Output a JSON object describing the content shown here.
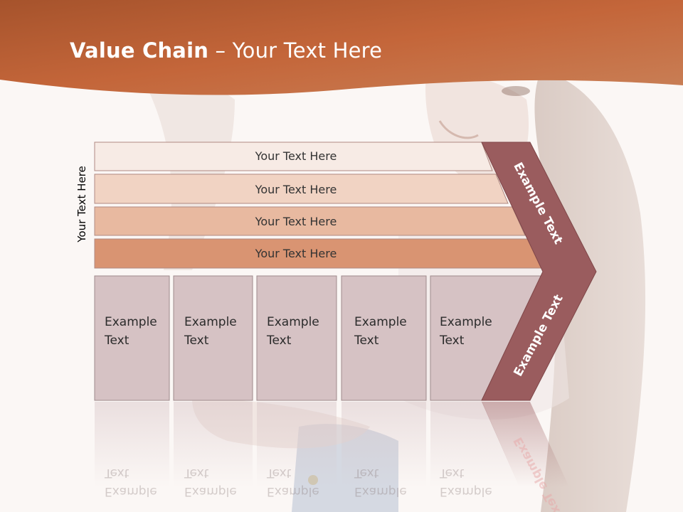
{
  "title": {
    "bold": "Value Chain",
    "rest": " – Your Text Here"
  },
  "side_label": "Your Text Here",
  "bars": [
    {
      "label": "Your Text Here"
    },
    {
      "label": "Your Text Here"
    },
    {
      "label": "Your Text Here"
    },
    {
      "label": "Your Text Here"
    }
  ],
  "boxes": [
    {
      "line1": "Example",
      "line2": "Text"
    },
    {
      "line1": "Example",
      "line2": "Text"
    },
    {
      "line1": "Example",
      "line2": "Text"
    },
    {
      "line1": "Example",
      "line2": "Text"
    },
    {
      "line1": "Example",
      "line2": "Text"
    }
  ],
  "chevron": {
    "upper_label": "Example Text",
    "lower_label": "Example Text"
  },
  "colors": {
    "header": "#c0653a",
    "bar_shades": [
      "#f7ebe5",
      "#f1d3c3",
      "#e8b9a0",
      "#d99472"
    ],
    "box_fill": "#d6c2c4",
    "chevron_fill": "#9a5c5e"
  }
}
